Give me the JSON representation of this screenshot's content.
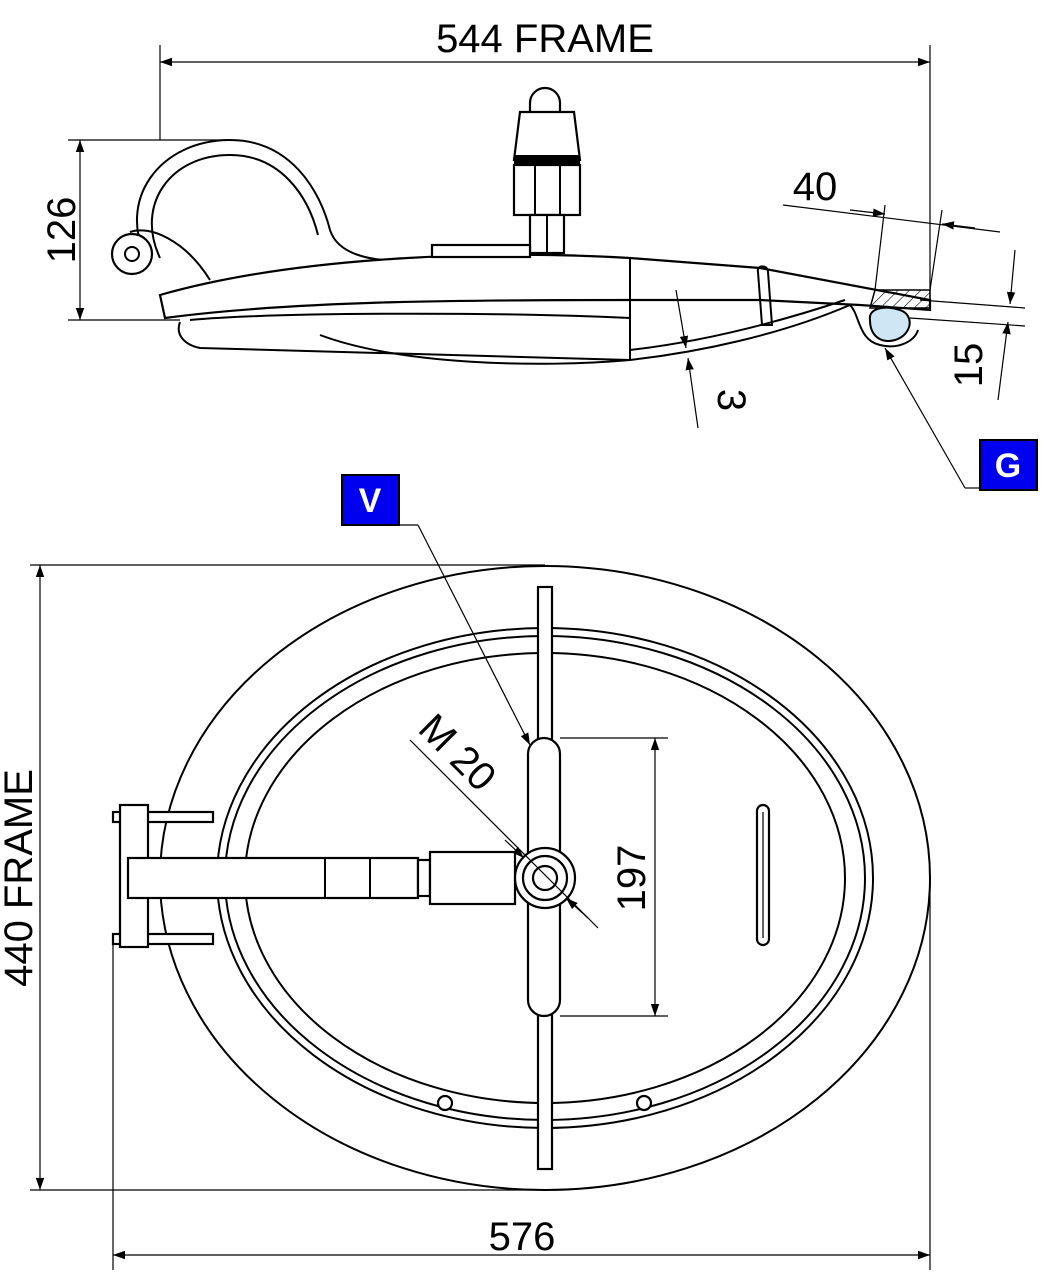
{
  "dimensions": {
    "frame_width": "544  FRAME",
    "height_126": "126",
    "flange_40": "40",
    "gasket_15": "15",
    "thickness_3": "3",
    "frame_height": "440  FRAME",
    "overall_width": "576",
    "bolt_span": "197",
    "thread": "M 20"
  },
  "callouts": {
    "gasket": "G",
    "valve": "V"
  },
  "colors": {
    "callout_fill": "#0000ee",
    "callout_text": "#ffffff",
    "line": "#000000",
    "gasket_fill": "#cfe6f5"
  }
}
